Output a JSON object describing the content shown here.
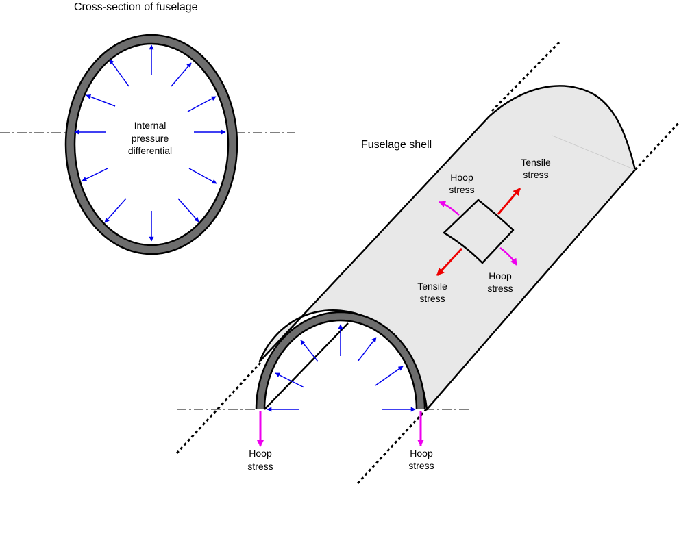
{
  "cross_section": {
    "title": "Cross-section of fuselage",
    "center_label": [
      "Internal",
      "pressure",
      "differential"
    ]
  },
  "shell": {
    "title": "Fuselage shell",
    "element_labels": {
      "hoop_upper_left": [
        "Hoop",
        "stress"
      ],
      "tensile_upper_right": [
        "Tensile",
        "stress"
      ],
      "tensile_lower_left": [
        "Tensile",
        "stress"
      ],
      "hoop_lower_right": [
        "Hoop",
        "stress"
      ]
    },
    "edge_labels": {
      "left": [
        "Hoop",
        "stress"
      ],
      "right": [
        "Hoop",
        "stress"
      ]
    }
  },
  "colors": {
    "pressure_arrow": "#0000ee",
    "tensile_arrow": "#ee0000",
    "hoop_arrow": "#ee00ee",
    "wall": "#6d6d6d",
    "shell_fill": "#e8e8e8",
    "outline": "#000000"
  }
}
